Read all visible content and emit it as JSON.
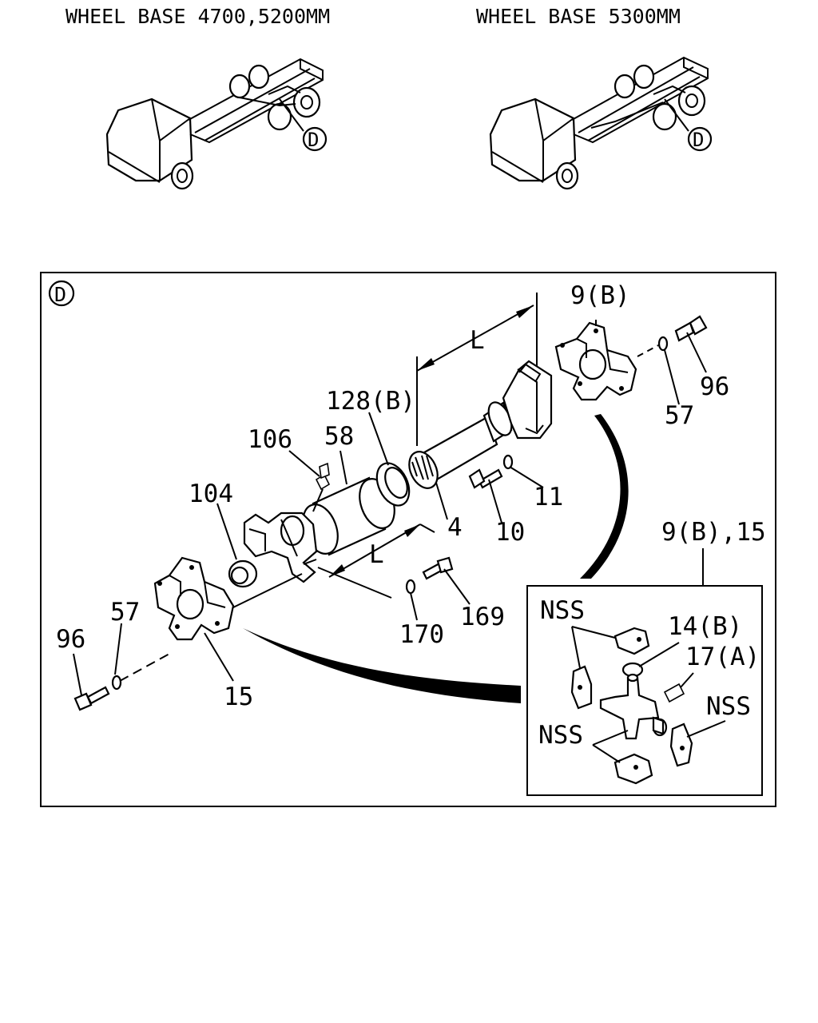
{
  "headers": {
    "left": "WHEEL BASE 4700,5200MM",
    "right": "WHEEL BASE 5300MM"
  },
  "view_marker": "D",
  "detail_marker": "D",
  "callouts": {
    "p9b_top": "9(B)",
    "p96_right": "96",
    "p57_right": "57",
    "p128b": "128(B)",
    "p106": "106",
    "p58": "58",
    "p104": "104",
    "p4": "4",
    "p10": "10",
    "p11": "11",
    "p169": "169",
    "p170": "170",
    "p57_left": "57",
    "p96_left": "96",
    "p15": "15",
    "p9b15": "9(B),15",
    "nss1": "NSS",
    "p14b": "14(B)",
    "p17a": "17(A)",
    "nss2": "NSS",
    "nss3": "NSS"
  },
  "dimensions": {
    "l_top": "L",
    "l_mid": "L"
  }
}
